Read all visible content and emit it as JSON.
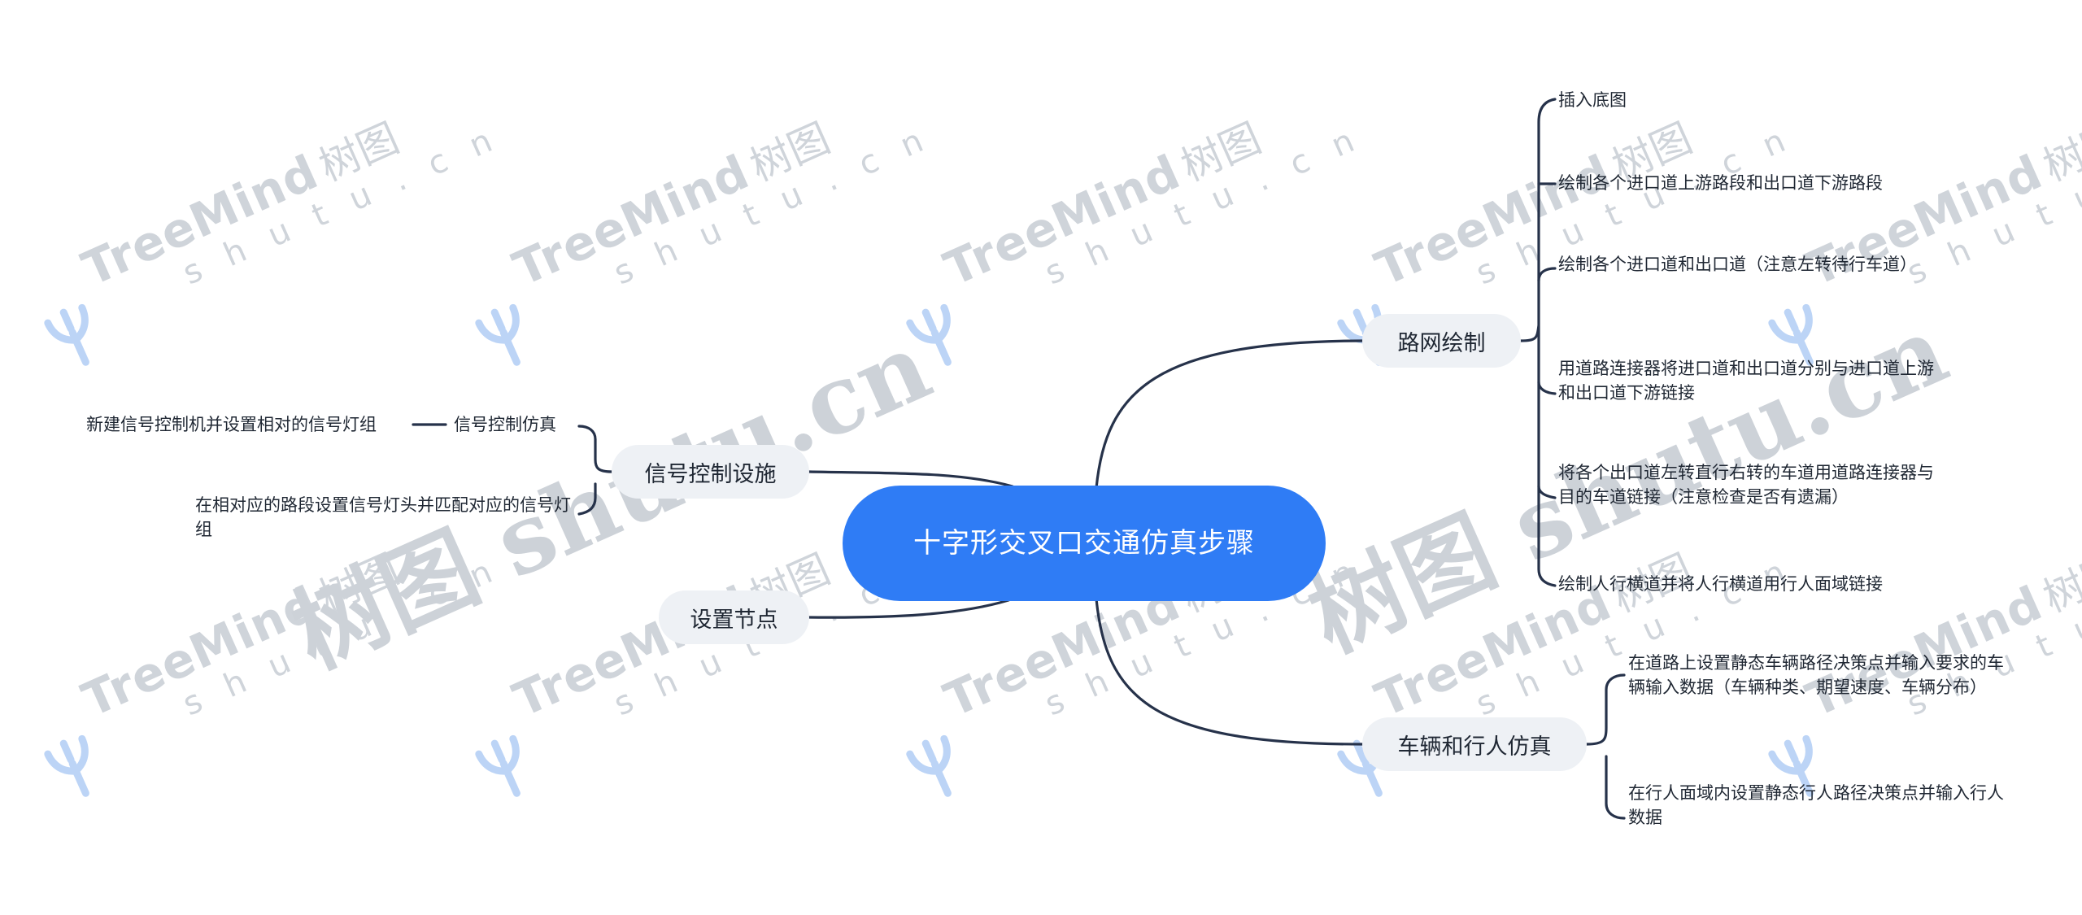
{
  "watermark": {
    "brand": "TreeMind",
    "cn": "树图",
    "url": "shutu.cn",
    "big": "树图 shutu.cn"
  },
  "mindmap": {
    "root": "十字形交叉口交通仿真步骤",
    "branches": {
      "road_network": {
        "label": "路网绘制",
        "children": [
          "插入底图",
          "绘制各个进口道上游路段和出口道下游路段",
          "绘制各个进口道和出口道（注意左转待行车道）",
          "用道路连接器将进口道和出口道分别与进口道上游和出口道下游链接",
          "将各个出口道左转直行右转的车道用道路连接器与目的车道链接（注意检查是否有遗漏）",
          "绘制人行横道并将人行横道用行人面域链接"
        ]
      },
      "vehicle_pedestrian": {
        "label": "车辆和行人仿真",
        "children": [
          "在道路上设置静态车辆路径决策点并输入要求的车辆输入数据（车辆种类、期望速度、车辆分布）",
          "在行人面域内设置静态行人路径决策点并输入行人数据"
        ]
      },
      "signal_control": {
        "label": "信号控制设施",
        "sub": {
          "label": "信号控制仿真",
          "child": "新建信号控制机并设置相对的信号灯组"
        },
        "children": [
          "在相对应的路段设置信号灯头并匹配对应的信号灯组"
        ]
      },
      "set_nodes": {
        "label": "设置节点"
      }
    }
  },
  "colors": {
    "root_fill": "#2f7cf5",
    "branch_fill": "#eef1f5",
    "connector": "#26324a",
    "watermark": "#cfd4da"
  }
}
